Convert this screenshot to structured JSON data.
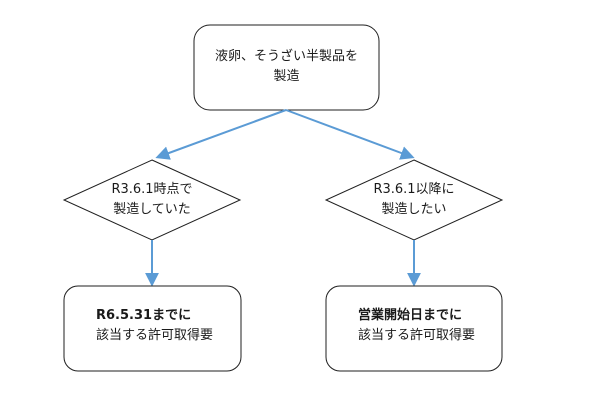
{
  "flowchart": {
    "start": {
      "line1": "液卵、そうざい半製品を",
      "line2": "製造"
    },
    "decision_left": {
      "line1": "R3.6.1時点で",
      "line2": "製造していた"
    },
    "decision_right": {
      "line1": "R3.6.1以降に",
      "line2": "製造したい"
    },
    "result_left": {
      "line1": "R6.5.31までに",
      "line2": "該当する許可取得要"
    },
    "result_right": {
      "line1": "営業開始日までに",
      "line2": "該当する許可取得要"
    },
    "colors": {
      "connector": "#5b9bd5",
      "shape_stroke": "#1f1f1f",
      "shape_fill": "#ffffff"
    }
  }
}
